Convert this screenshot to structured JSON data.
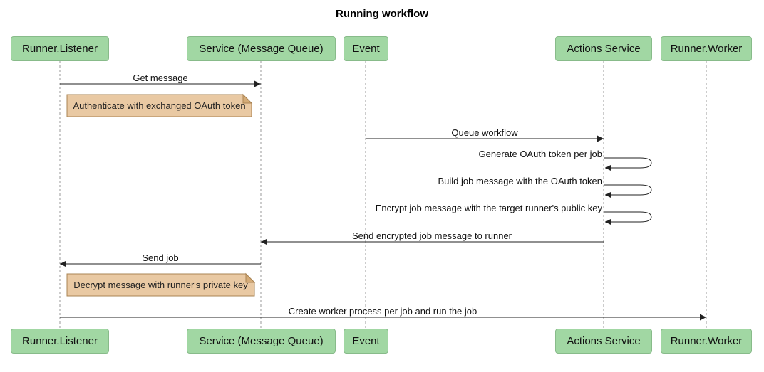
{
  "title": "Running workflow",
  "participants": [
    {
      "label": "Runner.Listener"
    },
    {
      "label": "Service (Message Queue)"
    },
    {
      "label": "Event"
    },
    {
      "label": "Actions Service"
    },
    {
      "label": "Runner.Worker"
    }
  ],
  "messages": [
    {
      "label": "Get message",
      "from": "Runner.Listener",
      "to": "Service (Message Queue)"
    },
    {
      "label": "Queue workflow",
      "from": "Event",
      "to": "Actions Service"
    },
    {
      "label": "Generate OAuth token per job",
      "from": "Actions Service",
      "to": "Actions Service"
    },
    {
      "label": "Build job message with the OAuth token",
      "from": "Actions Service",
      "to": "Actions Service"
    },
    {
      "label": "Encrypt job message with the target runner's public key",
      "from": "Actions Service",
      "to": "Actions Service"
    },
    {
      "label": "Send encrypted job message to runner",
      "from": "Actions Service",
      "to": "Service (Message Queue)"
    },
    {
      "label": "Send job",
      "from": "Service (Message Queue)",
      "to": "Runner.Listener"
    },
    {
      "label": "Create worker process per job and run the job",
      "from": "Runner.Listener",
      "to": "Runner.Worker"
    }
  ],
  "notes": [
    {
      "text": "Authenticate with exchanged OAuth token",
      "anchor": "Runner.Listener"
    },
    {
      "text": "Decrypt message with runner's private key",
      "anchor": "Runner.Listener"
    }
  ],
  "colors": {
    "participant_fill": "#a1d7a3",
    "participant_border": "#88bb8a",
    "note_fill": "#e9c9a3",
    "note_border": "#aa8453",
    "note_fold": "#d4ab77",
    "arrow": "#222222",
    "lifeline": "#999999"
  }
}
